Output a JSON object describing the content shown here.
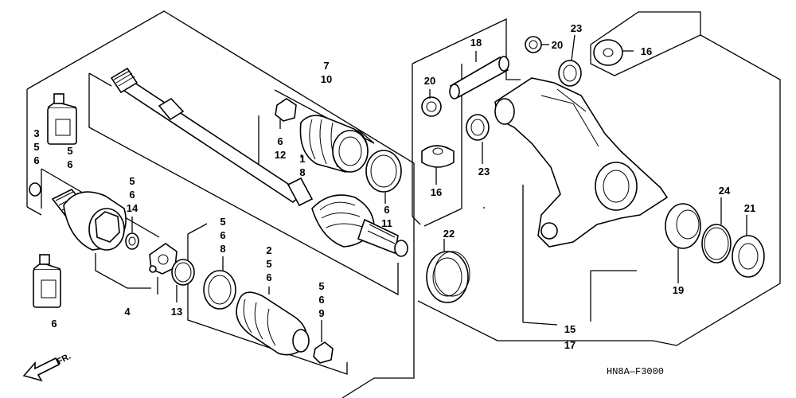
{
  "labels": {
    "p7": "7",
    "p10": "10",
    "p18": "18",
    "p20a": "20",
    "p23a": "23",
    "p16a": "16",
    "p20b": "20",
    "p23b": "23",
    "p16b": "16",
    "p3": "3",
    "p5a": "5",
    "p6a": "6",
    "p5b": "5",
    "p6b": "6",
    "p6c": "6",
    "p12": "12",
    "p1": "1",
    "p8a": "8",
    "p5c": "5",
    "p6d": "6",
    "p14": "14",
    "p6e": "6",
    "p11": "11",
    "p4": "4",
    "p13": "13",
    "p6f": "6",
    "p5d": "5",
    "p6g": "6",
    "p8b": "8",
    "p2": "2",
    "p5e": "5",
    "p6h": "6",
    "p5f": "5",
    "p6i": "6",
    "p9": "9",
    "p22": "22",
    "p24": "24",
    "p21": "21",
    "p19": "19",
    "p15": "15",
    "p17": "17"
  },
  "front_arrow_label": "FR.",
  "diagram_code": "HN8A—F3000"
}
